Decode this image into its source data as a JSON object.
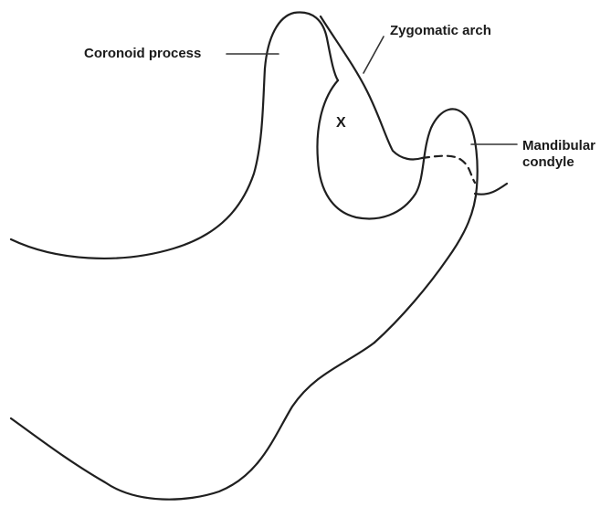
{
  "labels": {
    "coronoid_process": "Coronoid process",
    "zygomatic_arch": "Zygomatic arch",
    "mandibular_condyle_line1": "Mandibular",
    "mandibular_condyle_line2": "condyle",
    "x_mark": "X"
  }
}
